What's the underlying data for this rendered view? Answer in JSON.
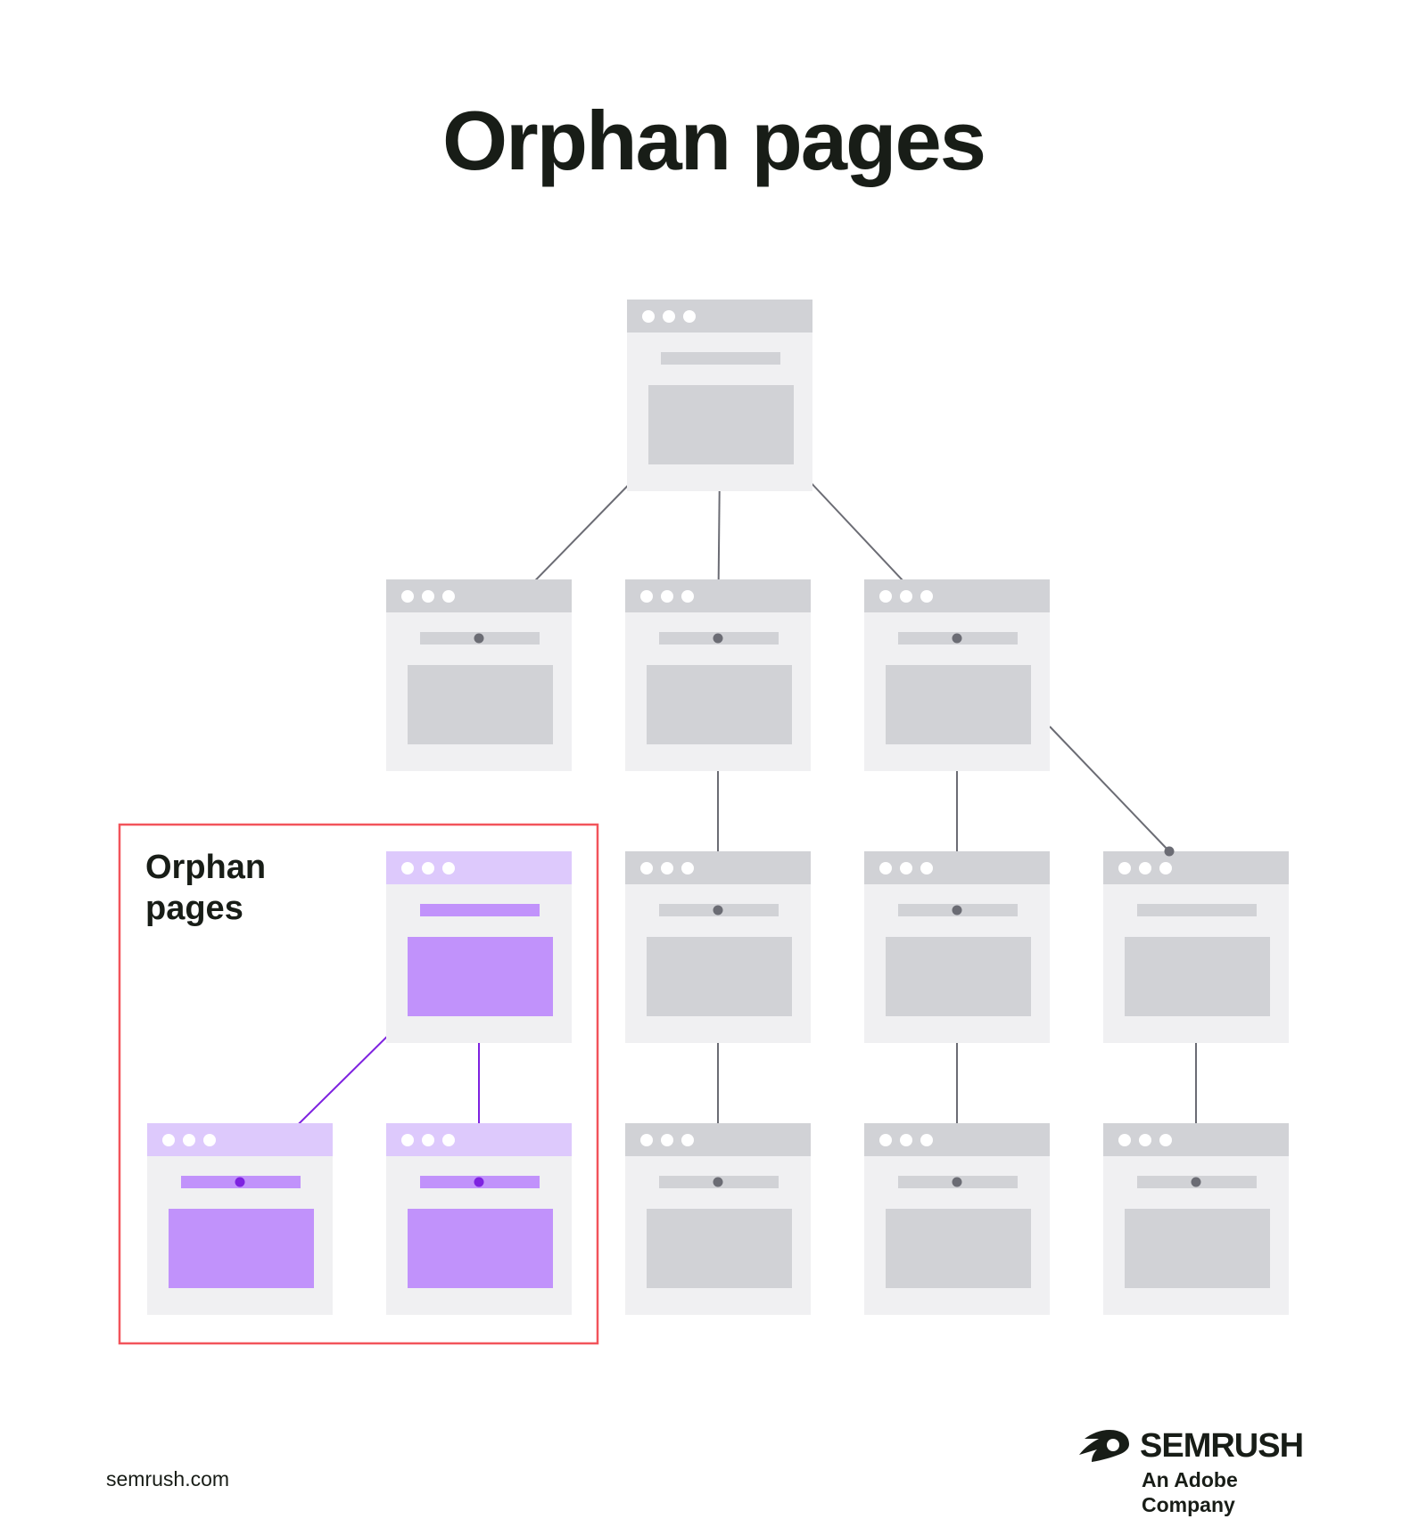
{
  "title": "Orphan pages",
  "orphan_group": {
    "label": "Orphan pages",
    "border_color": "#f2545b"
  },
  "colors": {
    "page_header": "#d1d2d6",
    "page_body": "#f0f0f2",
    "page_block": "#d1d2d6",
    "link_line": "#6b6c74",
    "orphan_header": "#ddc9fc",
    "orphan_block": "#c192fb",
    "orphan_line": "#7e22e0"
  },
  "pages": [
    {
      "id": "home",
      "level": 0,
      "orphan": false
    },
    {
      "id": "l1-a",
      "level": 1,
      "orphan": false
    },
    {
      "id": "l1-b",
      "level": 1,
      "orphan": false
    },
    {
      "id": "l1-c",
      "level": 1,
      "orphan": false
    },
    {
      "id": "l2-b",
      "level": 2,
      "orphan": false
    },
    {
      "id": "l2-c",
      "level": 2,
      "orphan": false
    },
    {
      "id": "l2-d",
      "level": 2,
      "orphan": false
    },
    {
      "id": "l3-b",
      "level": 3,
      "orphan": false
    },
    {
      "id": "l3-c",
      "level": 3,
      "orphan": false
    },
    {
      "id": "l3-d",
      "level": 3,
      "orphan": false
    },
    {
      "id": "orphan-parent",
      "level": 2,
      "orphan": true
    },
    {
      "id": "orphan-child-1",
      "level": 3,
      "orphan": true
    },
    {
      "id": "orphan-child-2",
      "level": 3,
      "orphan": true
    }
  ],
  "links": [
    {
      "from": "home",
      "to": "l1-a"
    },
    {
      "from": "home",
      "to": "l1-b"
    },
    {
      "from": "home",
      "to": "l1-c"
    },
    {
      "from": "l1-b",
      "to": "l2-b"
    },
    {
      "from": "l1-c",
      "to": "l2-c"
    },
    {
      "from": "l1-c",
      "to": "l2-d"
    },
    {
      "from": "l2-b",
      "to": "l3-b"
    },
    {
      "from": "l2-c",
      "to": "l3-c"
    },
    {
      "from": "l2-d",
      "to": "l3-d"
    },
    {
      "from": "orphan-parent",
      "to": "orphan-child-1"
    },
    {
      "from": "orphan-parent",
      "to": "orphan-child-2"
    }
  ],
  "footer": {
    "url": "semrush.com",
    "brand_name": "SEMRUSH",
    "brand_tagline": "An Adobe Company",
    "logo_icon": "semrush-comet-icon"
  }
}
